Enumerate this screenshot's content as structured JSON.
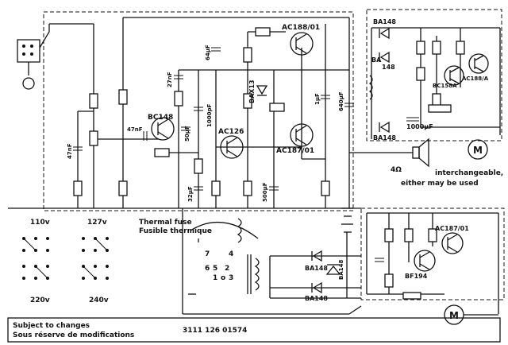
{
  "transistors": {
    "q1": "AC188/01",
    "q2": "BAX13",
    "q3": "BC148",
    "q4": "AC126",
    "q5": "AC187/01",
    "q6": "BC158A",
    "q7": "AC188/A",
    "q8": "BF194",
    "q9": "AC187/01"
  },
  "diodes": {
    "d1": "BA148",
    "d2": "BA",
    "d2b": "148",
    "d3": "BA148",
    "d4": "BA148",
    "d5": "BA148",
    "d6": "BA148"
  },
  "capacitors": {
    "c1": "64µF",
    "c2": "27nF",
    "c3": "1000pF",
    "c4": "47nF",
    "c5": "50µF",
    "c6": "47nF",
    "c7": "32µF",
    "c8": "500µF",
    "c9": "1µF",
    "c10": "640µF",
    "c11": "1000µF"
  },
  "notes": {
    "speaker_ohms": "4Ω",
    "interchangeable": "interchangeable,",
    "either_used": "either may be used",
    "thermal_fuse": "Thermal fuse",
    "fusible": "Fusible thermique"
  },
  "voltages": {
    "v110": "110v",
    "v127": "127v",
    "v220": "220v",
    "v240": "240v"
  },
  "taps": {
    "t7": "7",
    "t6": "6",
    "t5": "5",
    "t4": "4",
    "t3": "3",
    "t2": "2",
    "t1": "1",
    "t0": "o"
  },
  "footer": {
    "line1": "Subject to changes",
    "line2": "Sous réserve de modifications",
    "part_number": "3111 126 01574"
  }
}
